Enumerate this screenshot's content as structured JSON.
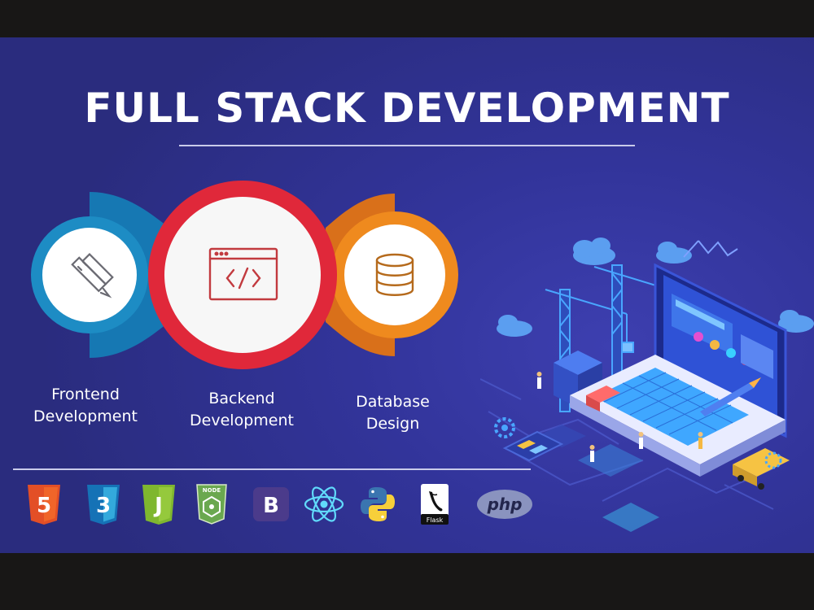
{
  "title": "FULL STACK DEVELOPMENT",
  "sections": [
    {
      "label_line1": "Frontend",
      "label_line2": "Development",
      "icon": "pencil-ruler-icon",
      "color": "#1d8cc4"
    },
    {
      "label_line1": "Backend",
      "label_line2": "Development",
      "icon": "code-window-icon",
      "color": "#e0283a"
    },
    {
      "label_line1": "Database",
      "label_line2": "Design",
      "icon": "database-icon",
      "color": "#ef8a1e"
    }
  ],
  "tech": {
    "html5": "5",
    "css3": "3",
    "js": "J",
    "node_top": "NODE",
    "bootstrap": "B",
    "flask": "Flask",
    "php": "php"
  },
  "colors": {
    "background": "#32349a",
    "frontend": "#1d8cc4",
    "backend": "#e0283a",
    "database": "#ef8a1e"
  }
}
